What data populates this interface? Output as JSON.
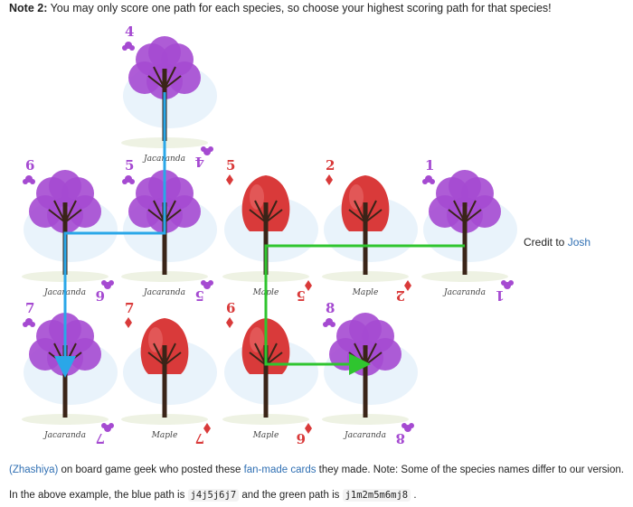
{
  "note": {
    "label": "Note 2:",
    "text": " You may only score one path for each species, so choose your highest scoring path for that species!"
  },
  "credit": {
    "prefix": "Credit to ",
    "link": "Josh"
  },
  "description": {
    "link1": "(Zhashiya)",
    "text1": " on board game geek who posted these ",
    "link2": "fan-made cards",
    "text2": " they made. Note: Some of the species names differ to our version."
  },
  "example": {
    "prefix": "In the above example, the blue path is ",
    "blue_code": "j4j5j6j7",
    "middle": " and the green path is ",
    "green_code": "j1m2m5m6mj8",
    "suffix": " ."
  },
  "colors": {
    "jacaranda": "#a54ad1",
    "maple": "#d93a3a",
    "blue_path": "#2aa7e8",
    "green_path": "#2fc52f",
    "link": "#2f6fb3"
  },
  "cards": [
    {
      "id": "j4",
      "species": "Jacaranda",
      "rank": "4"
    },
    {
      "id": "j6",
      "species": "Jacaranda",
      "rank": "6"
    },
    {
      "id": "j5",
      "species": "Jacaranda",
      "rank": "5"
    },
    {
      "id": "m5",
      "species": "Maple",
      "rank": "5"
    },
    {
      "id": "m2",
      "species": "Maple",
      "rank": "2"
    },
    {
      "id": "j1",
      "species": "Jacaranda",
      "rank": "1"
    },
    {
      "id": "j7",
      "species": "Jacaranda",
      "rank": "7"
    },
    {
      "id": "m7",
      "species": "Maple",
      "rank": "7"
    },
    {
      "id": "m6",
      "species": "Maple",
      "rank": "6"
    },
    {
      "id": "j8",
      "species": "Jacaranda",
      "rank": "8"
    }
  ]
}
